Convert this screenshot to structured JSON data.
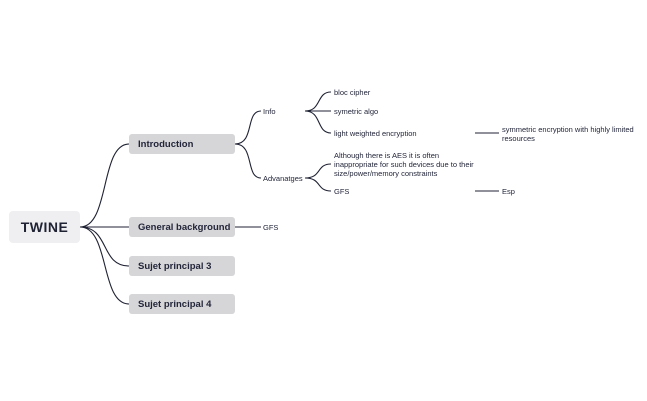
{
  "root": {
    "title": "TWINE"
  },
  "topics": {
    "introduction": "Introduction",
    "general_background": "General background",
    "sujet3": "Sujet principal 3",
    "sujet4": "Sujet principal 4"
  },
  "introduction": {
    "info": {
      "label": "Info",
      "children": [
        "bloc cipher",
        "symetric algo",
        "light weighted encryption"
      ],
      "light_weighted_child": "symmetric encryption with highly limited resources"
    },
    "advantages": {
      "label": "Advanatges",
      "children": [
        "Although there is AES it is often inappropriate for such devices due to their size/power/memory constraints",
        "GFS"
      ],
      "gfs_child": "Esp"
    }
  },
  "general_background": {
    "child": "GFS"
  },
  "colors": {
    "line": "#1f2233",
    "root_bg": "#efeff1",
    "topic_bg": "#d6d6d8",
    "text": "#23263a"
  }
}
